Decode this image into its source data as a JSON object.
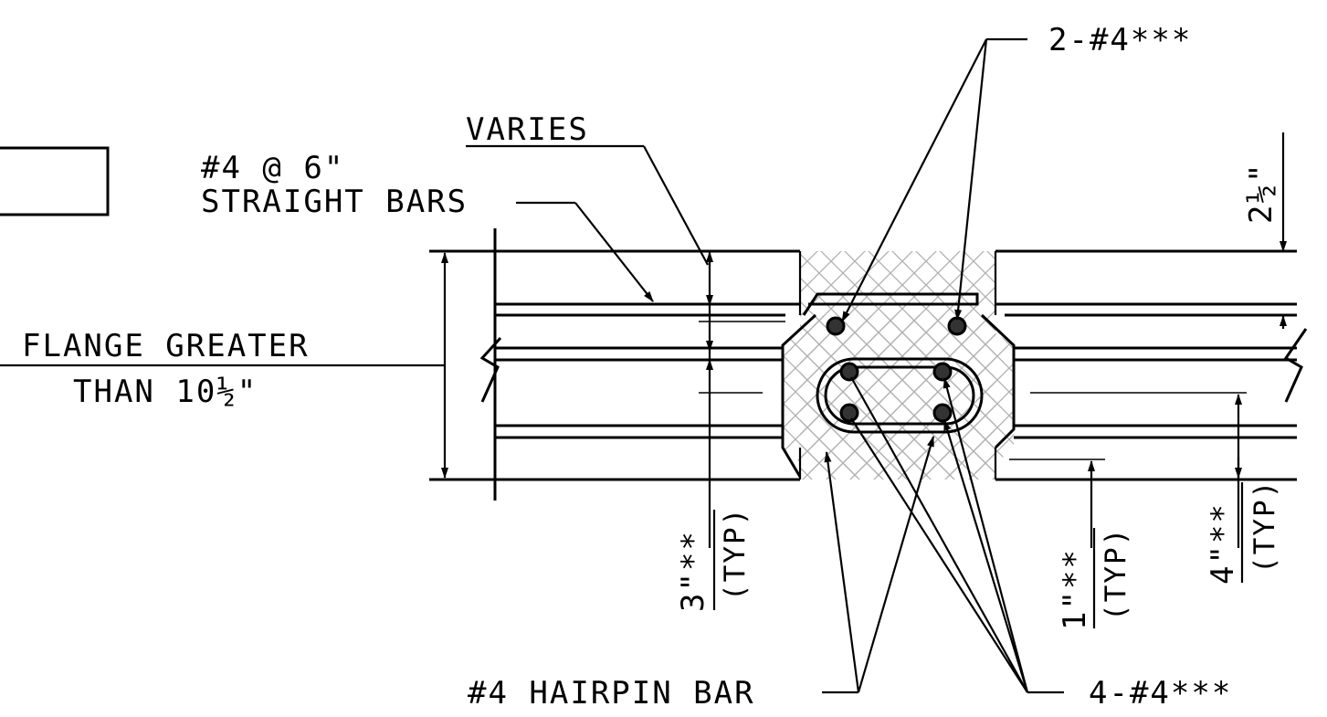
{
  "labels": {
    "top_bars": "2-#4***",
    "varies": "VARIES",
    "straight_bars_line1": "#4 @ 6\"",
    "straight_bars_line2": "STRAIGHT BARS",
    "flange_line1": "FLANGE GREATER",
    "flange_line2": "THAN 10½\"",
    "dim_2_5": "2½\"",
    "dim_3": "3\"**",
    "dim_3_typ": "(TYP)",
    "dim_1": "1\"**",
    "dim_1_typ": "(TYP)",
    "dim_4": "4\"**",
    "dim_4_typ": "(TYP)",
    "hairpin": "#4 HAIRPIN BAR",
    "bottom_bars": "4-#4***"
  },
  "colors": {
    "line": "#000000",
    "hatch": "#b0b0b0",
    "background": "#ffffff"
  }
}
